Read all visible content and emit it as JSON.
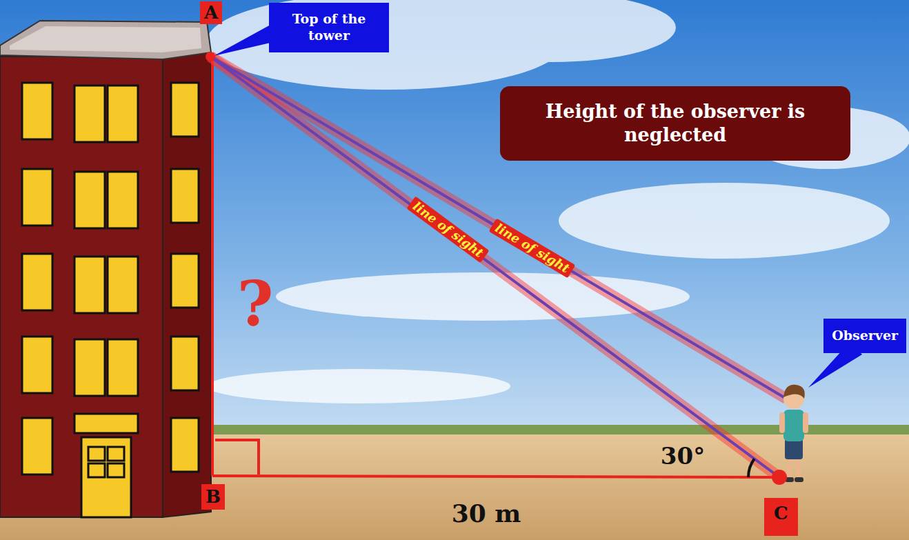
{
  "diagram": {
    "nodes": [
      {
        "text": [
          "A"
        ]
      },
      {
        "text": [
          "Top of the tower"
        ]
      },
      {
        "text": [
          "Height of the observer is neglected"
        ]
      },
      {
        "text": [
          "Observer"
        ]
      },
      {
        "text": [
          "B"
        ]
      },
      {
        "text": [
          "C"
        ]
      }
    ],
    "labels": [
      "line of sight",
      "line of sight",
      "?",
      "30°",
      "30 m"
    ]
  }
}
